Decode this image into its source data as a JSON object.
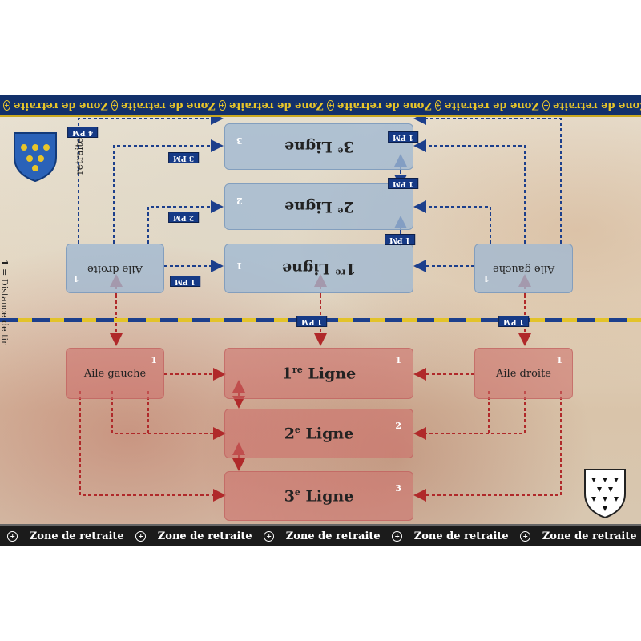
{
  "top_band": {
    "label": "Zone de retraite",
    "repeat": 7
  },
  "bottom_band": {
    "label": "Zone de retraite",
    "repeat": 5
  },
  "blue_side": {
    "line1": {
      "num": "1",
      "sup": "re",
      "label": "Ligne",
      "range": "1"
    },
    "line2": {
      "num": "2",
      "sup": "e",
      "label": "Ligne",
      "range": "2"
    },
    "line3": {
      "num": "3",
      "sup": "e",
      "label": "Ligne",
      "range": "3"
    },
    "wing_right": {
      "label": "Aile droite",
      "range": "1"
    },
    "wing_left": {
      "label": "Aile gauche",
      "range": "1"
    },
    "retreat_label": "retraite",
    "legend": "= Distance de tir",
    "legend_symbol": "1"
  },
  "red_side": {
    "line1": {
      "num": "1",
      "sup": "re",
      "label": "Ligne",
      "range": "1"
    },
    "line2": {
      "num": "2",
      "sup": "e",
      "label": "Ligne",
      "range": "2"
    },
    "line3": {
      "num": "3",
      "sup": "e",
      "label": "Ligne",
      "range": "3"
    },
    "wing_left": {
      "label": "Aile gauche",
      "range": "1"
    },
    "wing_right": {
      "label": "Aile droite",
      "range": "1"
    }
  },
  "movement_tags": {
    "t1": "4 PM",
    "t2": "3 PM",
    "t3": "2 PM",
    "t4": "1 PM",
    "t5": "1 PM",
    "t6": "1 PM",
    "t7": "1 PM",
    "t8": "1 PM",
    "t9": "1 PM"
  },
  "colors": {
    "blue_band": "#12306a",
    "gold": "#e8c52a",
    "blue_arrow": "#1c3f8c",
    "red_arrow": "#b0292a",
    "black_band": "#1b1b1b"
  },
  "icons": [
    "fleur-de-lis-shield-icon",
    "ermine-shield-icon",
    "crossbow-range-icon"
  ]
}
